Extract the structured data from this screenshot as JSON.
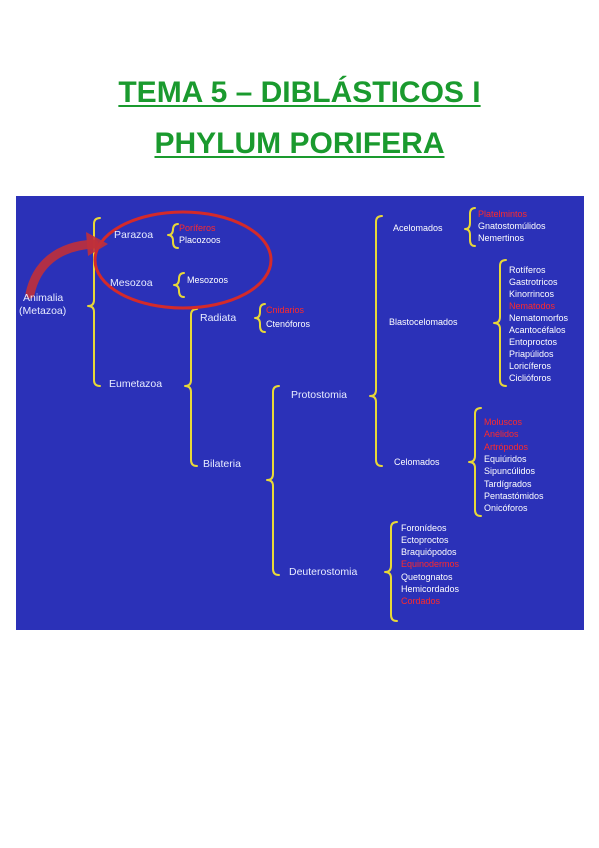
{
  "title": {
    "line1": "TEMA 5 – DIBLÁSTICOS I",
    "line2": "PHYLUM PORIFERA"
  },
  "colors": {
    "title": "#1a9a2e",
    "panel_background": "#2b31b8",
    "bracket": "#e8d838",
    "highlight": "#ff2a2a",
    "ellipse": "#d42a2a",
    "arrow": "#c0303a"
  },
  "tree": {
    "root_line1": "Animalia",
    "root_line2": "(Metazoa)",
    "parazoa": "Parazoa",
    "parazoa_items": [
      "Poríferos",
      "Placozoos"
    ],
    "mesozoa": "Mesozoa",
    "mesozoa_items": [
      "Mesozoos"
    ],
    "eumetazoa": "Eumetazoa",
    "radiata": "Radiata",
    "radiata_items": [
      "Cnidarios",
      "Ctenóforos"
    ],
    "bilateria": "Bilateria",
    "protostomia": "Protostomia",
    "deuterostomia": "Deuterostomia",
    "acelomados": "Acelomados",
    "acelomados_items": [
      "Platelmintos",
      "Gnatostomúlidos",
      "Nemertinos"
    ],
    "blastocelomados": "Blastocelomados",
    "blastocelomados_items": [
      "Rotíferos",
      "Gastrotricos",
      "Kinorrincos",
      "Nematodos",
      "Nematomorfos",
      "Acantocéfalos",
      "Entoproctos",
      "Priapúlidos",
      "Loricíferos",
      "Ciclióforos"
    ],
    "celomados": "Celomados",
    "celomados_items": [
      "Moluscos",
      "Anélidos",
      "Artrópodos",
      "Equiúridos",
      "Sipuncúlidos",
      "Tardígrados",
      "Pentastómidos",
      "Onicóforos"
    ],
    "deuterostomia_items": [
      "Foronídeos",
      "Ectoproctos",
      "Braquiópodos",
      "Equinodermos",
      "Quetognatos",
      "Hemicordados",
      "Cordados"
    ]
  }
}
